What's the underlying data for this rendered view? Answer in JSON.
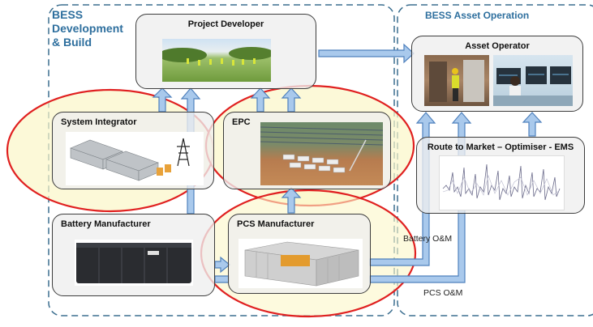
{
  "regions": {
    "development_title": "BESS\nDevelopment\n& Build",
    "operation_title": "BESS Asset Operation"
  },
  "boxes": {
    "project_developer": "Project Developer",
    "asset_operator": "Asset Operator",
    "system_integrator": "System Integrator",
    "epc": "EPC",
    "route_to_market": "Route to Market – Optimiser - EMS",
    "battery_manufacturer": "Battery Manufacturer",
    "pcs_manufacturer": "PCS Manufacturer"
  },
  "flow_labels": {
    "battery_om": "Battery O&M",
    "pcs_om": "PCS O&M"
  },
  "colors": {
    "region_title": "#2e6f9e",
    "region_border": "#3b6e8f",
    "arrow_fill": "#a9c9ec",
    "arrow_stroke": "#4f81bd",
    "ellipse_stroke": "#e02020",
    "ellipse_fill": "#fbf6c8"
  },
  "icons": [
    "field-photo",
    "substation-photo",
    "operator-photo",
    "control-room-photo",
    "container-render",
    "pylon-icon",
    "solar-site-photo",
    "market-price-chart",
    "battery-cabinet-photo",
    "inverter-photo"
  ]
}
